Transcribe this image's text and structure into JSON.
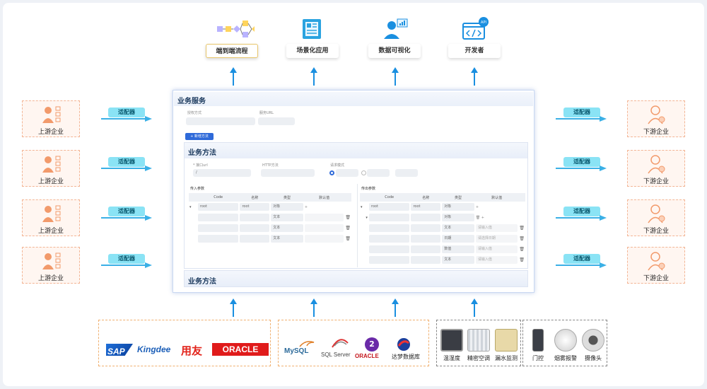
{
  "features": [
    {
      "label": "端到端流程",
      "icon": "flow-icon"
    },
    {
      "label": "场景化应用",
      "icon": "newspaper-icon"
    },
    {
      "label": "数据可视化",
      "icon": "analyst-icon"
    },
    {
      "label": "开发者",
      "icon": "api-code-icon",
      "badge": "API"
    }
  ],
  "left_companies": [
    "上游企业",
    "上游企业",
    "上游企业",
    "上游企业"
  ],
  "right_companies": [
    "下游企业",
    "下游企业",
    "下游企业",
    "下游企业"
  ],
  "adapter_label": "适配器",
  "panel": {
    "title": "业务服务",
    "field1_label": "授权方式",
    "field2_label": "服务URL",
    "add_button": "+ 新增方法",
    "method": {
      "title": "业务方法",
      "endpoint_label": "* 接口url",
      "endpoint_value": "/",
      "http_label": "HTTP方法",
      "mode_label": "请求模式",
      "input_title": "传入参数",
      "output_title": "传出参数",
      "columns": [
        "Code",
        "名称",
        "类型",
        "默认值"
      ],
      "input_rows": [
        {
          "code": "root",
          "name": "root",
          "type": "对象",
          "default": ""
        },
        {
          "code": "",
          "name": "",
          "type": "文本",
          "default": ""
        },
        {
          "code": "",
          "name": "",
          "type": "文本",
          "default": ""
        },
        {
          "code": "",
          "name": "",
          "type": "文本",
          "default": ""
        }
      ],
      "output_rows": [
        {
          "code": "root",
          "name": "root",
          "type": "对象",
          "default": ""
        },
        {
          "code": "",
          "name": "",
          "type": "对象",
          "default": ""
        },
        {
          "code": "",
          "name": "",
          "type": "文本",
          "default": "请输入值"
        },
        {
          "code": "",
          "name": "",
          "type": "日期",
          "default": "请选择日期"
        },
        {
          "code": "",
          "name": "",
          "type": "数值",
          "default": "请输入值"
        },
        {
          "code": "",
          "name": "",
          "type": "文本",
          "default": "请输入值"
        }
      ]
    },
    "method2_title": "业务方法"
  },
  "erp_logos": [
    "SAP",
    "Kingdee",
    "用友",
    "ORACLE"
  ],
  "db_logos": [
    "MySQL",
    "SQL Server",
    "ORACLE",
    "达梦数据库"
  ],
  "db_oracle_badge": "2",
  "devices": [
    "温湿度",
    "精密空调",
    "漏水监测",
    "门控",
    "烟雾报警",
    "摄像头"
  ],
  "colors": {
    "accent": "#1a8fe0",
    "adapter": "#8ae3f5",
    "company_border": "#f3b595",
    "group_border": "#f0b070"
  }
}
